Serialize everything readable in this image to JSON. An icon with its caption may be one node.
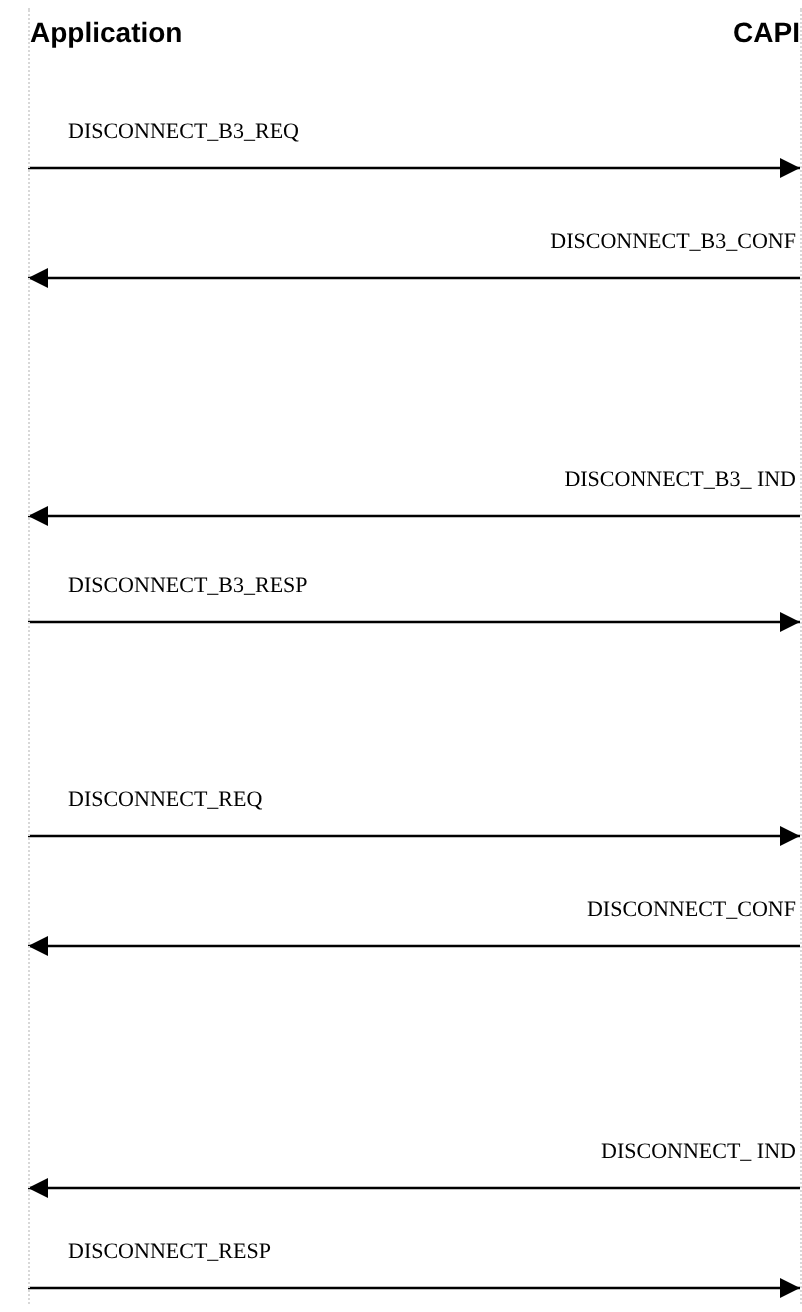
{
  "diagram": {
    "nodes": [
      {
        "text": [
          "Application"
        ]
      },
      {
        "text": [
          "CAPI"
        ]
      }
    ],
    "edges": [
      {
        "from": 0,
        "to": 1,
        "arrow": "to",
        "label": "DISCONNECT_B3_REQ"
      },
      {
        "from": 1,
        "to": 0,
        "arrow": "to",
        "label": "DISCONNECT_B3_CONF"
      },
      {
        "from": 1,
        "to": 0,
        "arrow": "to",
        "label": "DISCONNECT_B3_ IND"
      },
      {
        "from": 0,
        "to": 1,
        "arrow": "to",
        "label": "DISCONNECT_B3_RESP"
      },
      {
        "from": 0,
        "to": 1,
        "arrow": "to",
        "label": "DISCONNECT_REQ"
      },
      {
        "from": 1,
        "to": 0,
        "arrow": "to",
        "label": "DISCONNECT_CONF"
      },
      {
        "from": 1,
        "to": 0,
        "arrow": "to",
        "label": "DISCONNECT_ IND"
      },
      {
        "from": 0,
        "to": 1,
        "arrow": "to",
        "label": "DISCONNECT_RESP"
      }
    ]
  }
}
